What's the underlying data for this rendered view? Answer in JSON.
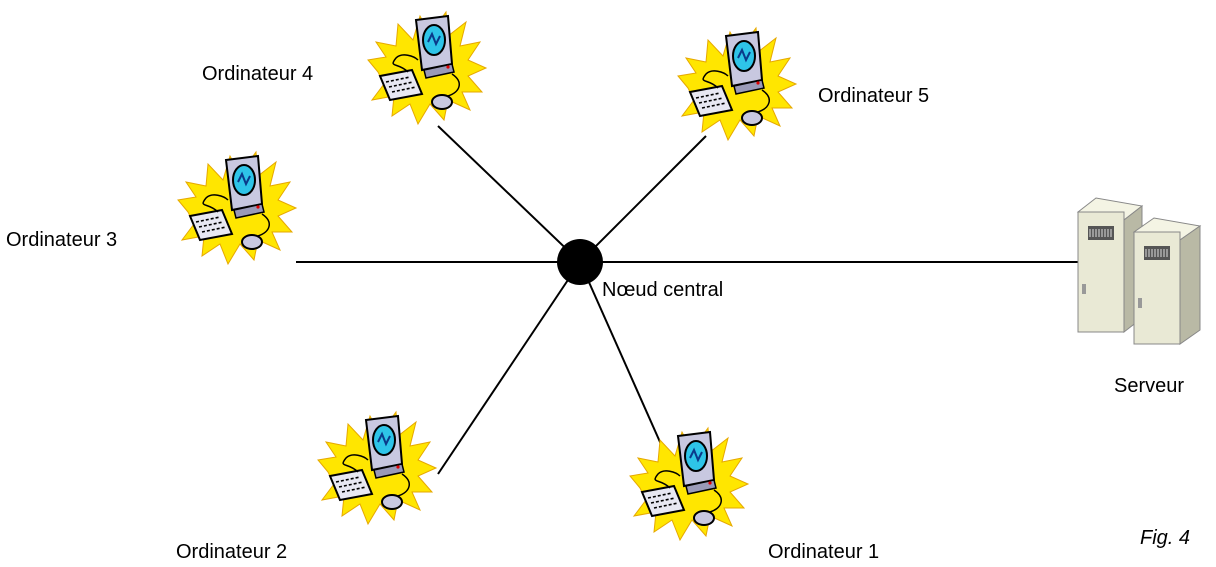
{
  "diagram": {
    "hub_label": "Nœud central",
    "computers": [
      {
        "label": "Ordinateur 1"
      },
      {
        "label": "Ordinateur 2"
      },
      {
        "label": "Ordinateur 3"
      },
      {
        "label": "Ordinateur 4"
      },
      {
        "label": "Ordinateur 5"
      }
    ],
    "server_label": "Serveur",
    "figure_caption": "Fig. 4",
    "colors": {
      "link": "#000000",
      "hub": "#000000",
      "computer_splash": "#ffe600",
      "computer_screen": "#2ec4e8",
      "computer_body": "#c8c8e0",
      "server_body": "#e9e9d5"
    }
  }
}
